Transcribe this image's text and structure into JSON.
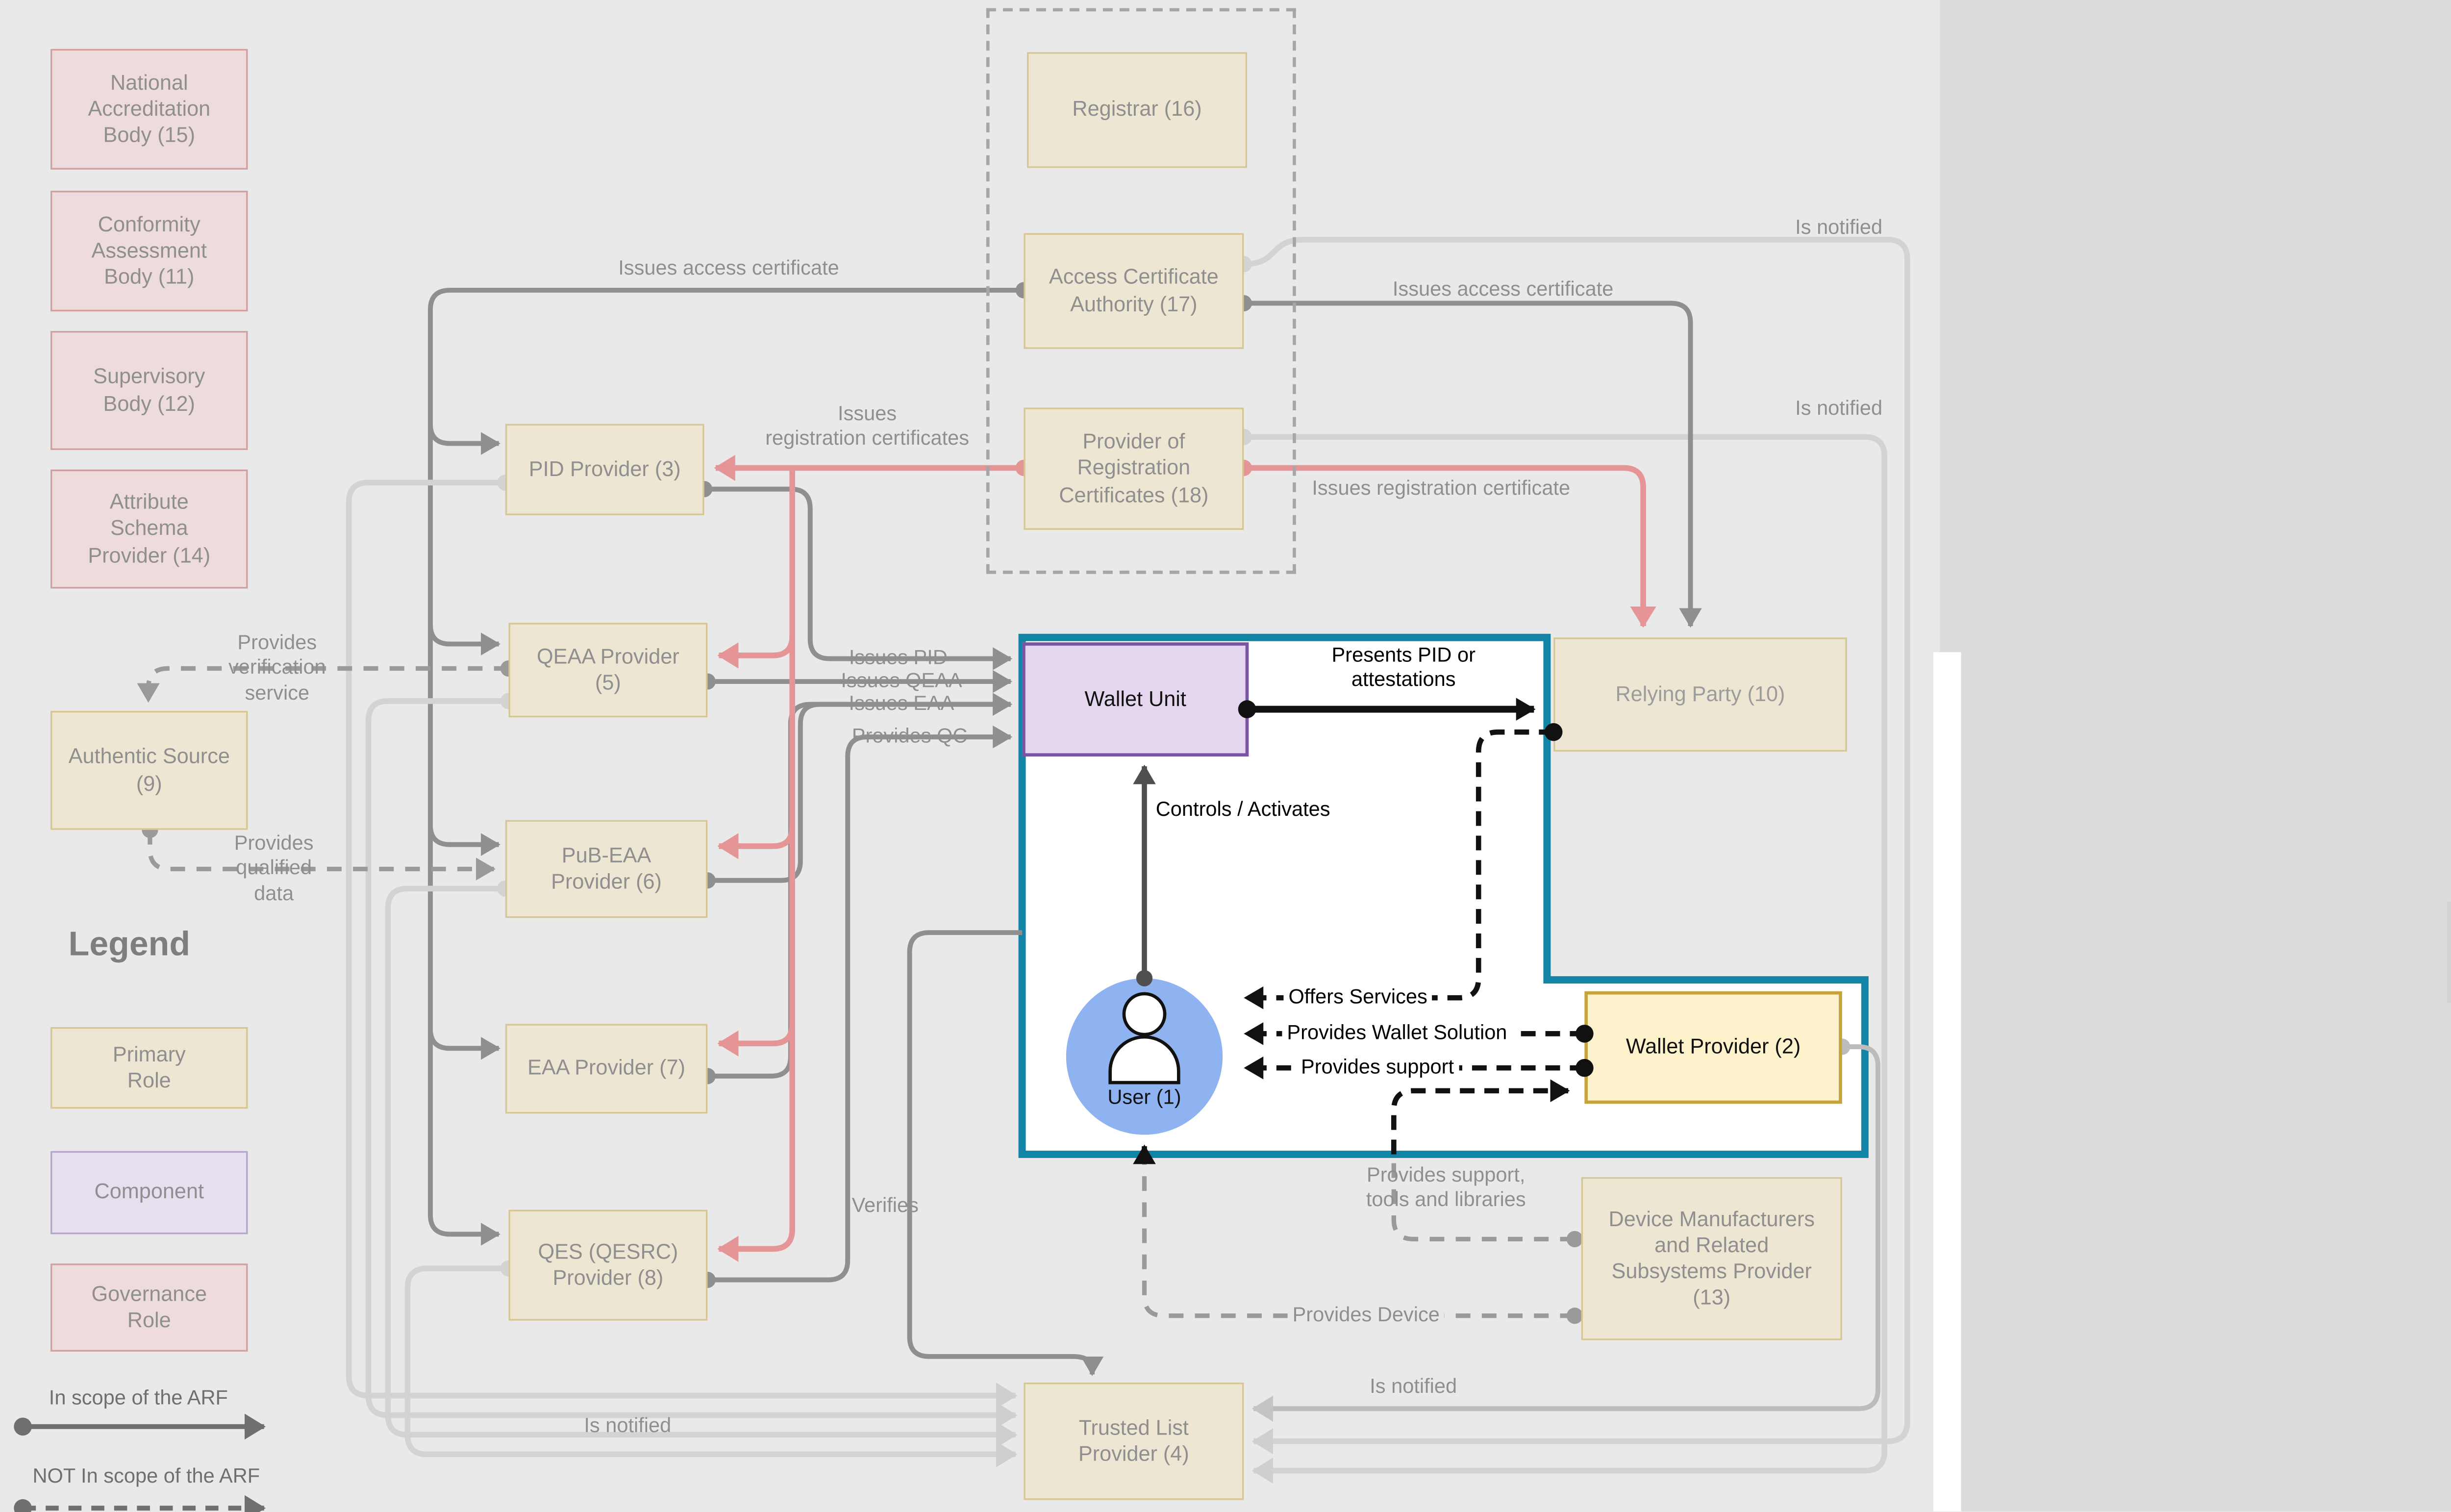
{
  "nodes": {
    "national_accreditation_body": "National\nAccreditation\nBody (15)",
    "conformity_assessment_body": "Conformity\nAssessment\nBody (11)",
    "supervisory_body": "Supervisory\nBody (12)",
    "attribute_schema_provider": "Attribute\nSchema\nProvider (14)",
    "authentic_source": "Authentic Source\n(9)",
    "registrar": "Registrar (16)",
    "access_certificate_authority": "Access Certificate\nAuthority (17)",
    "provider_of_registration_certificates": "Provider of\nRegistration\nCertificates (18)",
    "pid_provider": "PID Provider (3)",
    "qeaa_provider": "QEAA Provider\n(5)",
    "pub_eaa_provider": "PuB-EAA\nProvider (6)",
    "eaa_provider": "EAA Provider (7)",
    "qes_provider": "QES (QESRC)\nProvider (8)",
    "wallet_unit": "Wallet Unit",
    "relying_party": "Relying Party (10)",
    "wallet_provider": "Wallet Provider (2)",
    "user": "User (1)",
    "device_manufacturers": "Device Manufacturers\nand Related\nSubsystems Provider\n(13)",
    "trusted_list_provider": "Trusted List\nProvider (4)"
  },
  "labels": {
    "issues_access_certificate_left": "Issues access certificate",
    "issues_registration_certificates": "Issues\nregistration certificates",
    "issues_access_certificate_right": "Issues access certificate",
    "issues_registration_certificate_right": "Issues registration certificate",
    "is_notified_top": "Is notified",
    "is_notified_mid": "Is notified",
    "is_notified_bottom_left": "Is notified",
    "is_notified_bottom_right": "Is notified",
    "issues_pid": "Issues PID",
    "issues_qeaa": "Issues QEAA",
    "issues_eaa": "Issues EAA",
    "provides_qc": "Provides QC",
    "provides_verification_service": "Provides\nverification\nservice",
    "provides_qualified_data": "Provides\nqualified\ndata",
    "presents_pid_or_attestations": "Presents PID or\nattestations",
    "controls_activates": "Controls / Activates",
    "offers_services": "Offers Services",
    "provides_wallet_solution": "Provides Wallet Solution",
    "provides_support": "Provides support",
    "provides_support_tools_and_libraries": "Provides support,\ntools and libraries",
    "provides_device": "Provides Device",
    "verifies": "Verifies"
  },
  "legend": {
    "title": "Legend",
    "primary_role": "Primary\nRole",
    "component": "Component",
    "governance_role": "Governance\nRole",
    "in_scope": "In scope of the ARF",
    "not_in_scope": "NOT In scope of the ARF"
  },
  "colors": {
    "background": "#e9e9e9",
    "right_panel": "#dcdcdc",
    "scope_boundary_teal": "#1285a6",
    "scope_fill": "#ffffff",
    "primary_role_fill": "#ece6d3",
    "primary_role_border": "#d6c693",
    "governance_fill": "#eedcdc",
    "governance_border": "#cfa0a0",
    "component_fill": "#e4d6ee",
    "component_border": "#7a55a3",
    "wallet_provider_fill": "#fdf2cc",
    "wallet_provider_border": "#c7a43b",
    "user_circle": "#8fb3f0",
    "arrow_dark_gray": "#8f8f8f",
    "arrow_light_gray": "#d3d3d3",
    "arrow_medium_gray": "#bcbcbc",
    "arrow_red": "#e59595",
    "arrow_black": "#111111",
    "muted_text": "#8f8f8f"
  }
}
